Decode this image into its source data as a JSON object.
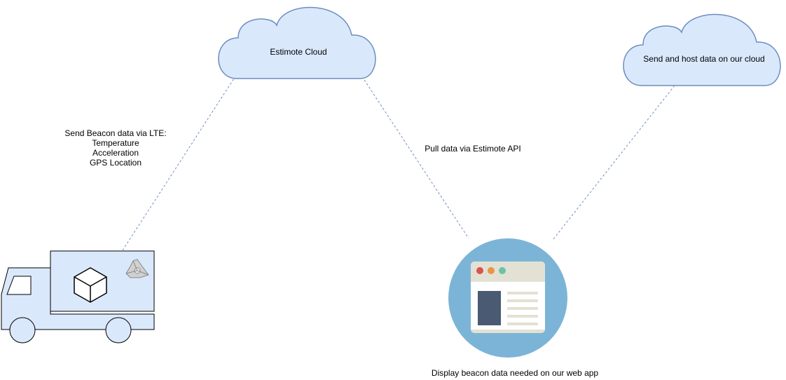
{
  "colors": {
    "cloud_fill": "#dae8fc",
    "cloud_stroke": "#6c8ebf",
    "truck_fill": "#dae8fc",
    "connector": "#6c8ebf",
    "webapp_circle": "#7cb4d7",
    "window_frame": "#e3e1d3",
    "window_body": "#ffffff",
    "sidebar_block": "#4a5a72",
    "dot_red": "#d9534f",
    "dot_orange": "#e8944a",
    "dot_green": "#6cc1a9",
    "text_line": "#e3e1d3"
  },
  "nodes": {
    "estimote_cloud": {
      "label": "Estimote Cloud"
    },
    "host_cloud": {
      "label": "Send and host data on our cloud"
    },
    "truck": {
      "icons": [
        "package-cube-icon",
        "beacon-icon"
      ]
    },
    "web_app": {
      "label": "Display beacon data needed on our web app",
      "icon": "browser-window-icon"
    }
  },
  "edges": {
    "truck_to_estimote": {
      "label_lines": [
        "Send Beacon data via LTE:",
        "Temperature",
        "Acceleration",
        "GPS Location"
      ],
      "style": "dashed"
    },
    "estimote_to_webapp": {
      "label": "Pull data via Estimote API",
      "style": "dashed"
    },
    "host_to_webapp": {
      "style": "dashed"
    }
  }
}
